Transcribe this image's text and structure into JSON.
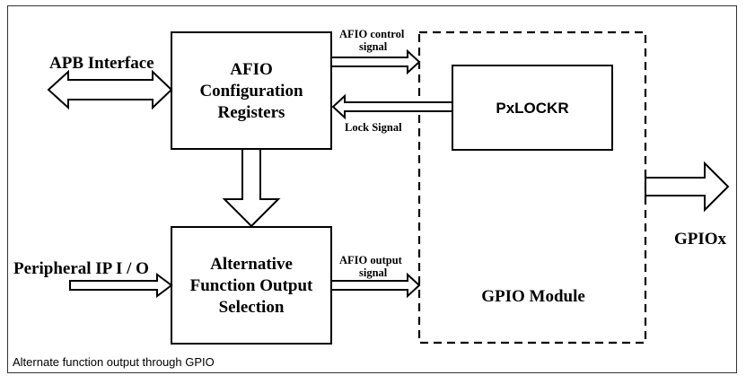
{
  "blocks": {
    "afio_config": [
      "AFIO",
      "Configuration",
      "Registers"
    ],
    "alt_func": [
      "Alternative",
      "Function Output",
      "Selection"
    ],
    "pxlockr": "PxLOCKR",
    "gpio_module": "GPIO Module"
  },
  "labels": {
    "apb_interface": "APB Interface",
    "peripheral_ip": "Peripheral IP I / O",
    "gpiox": "GPIOx",
    "afio_control_signal": [
      "AFIO control",
      "signal"
    ],
    "lock_signal": "Lock Signal",
    "afio_output_signal": [
      "AFIO output",
      "signal"
    ]
  },
  "caption": "Alternate function output through GPIO"
}
